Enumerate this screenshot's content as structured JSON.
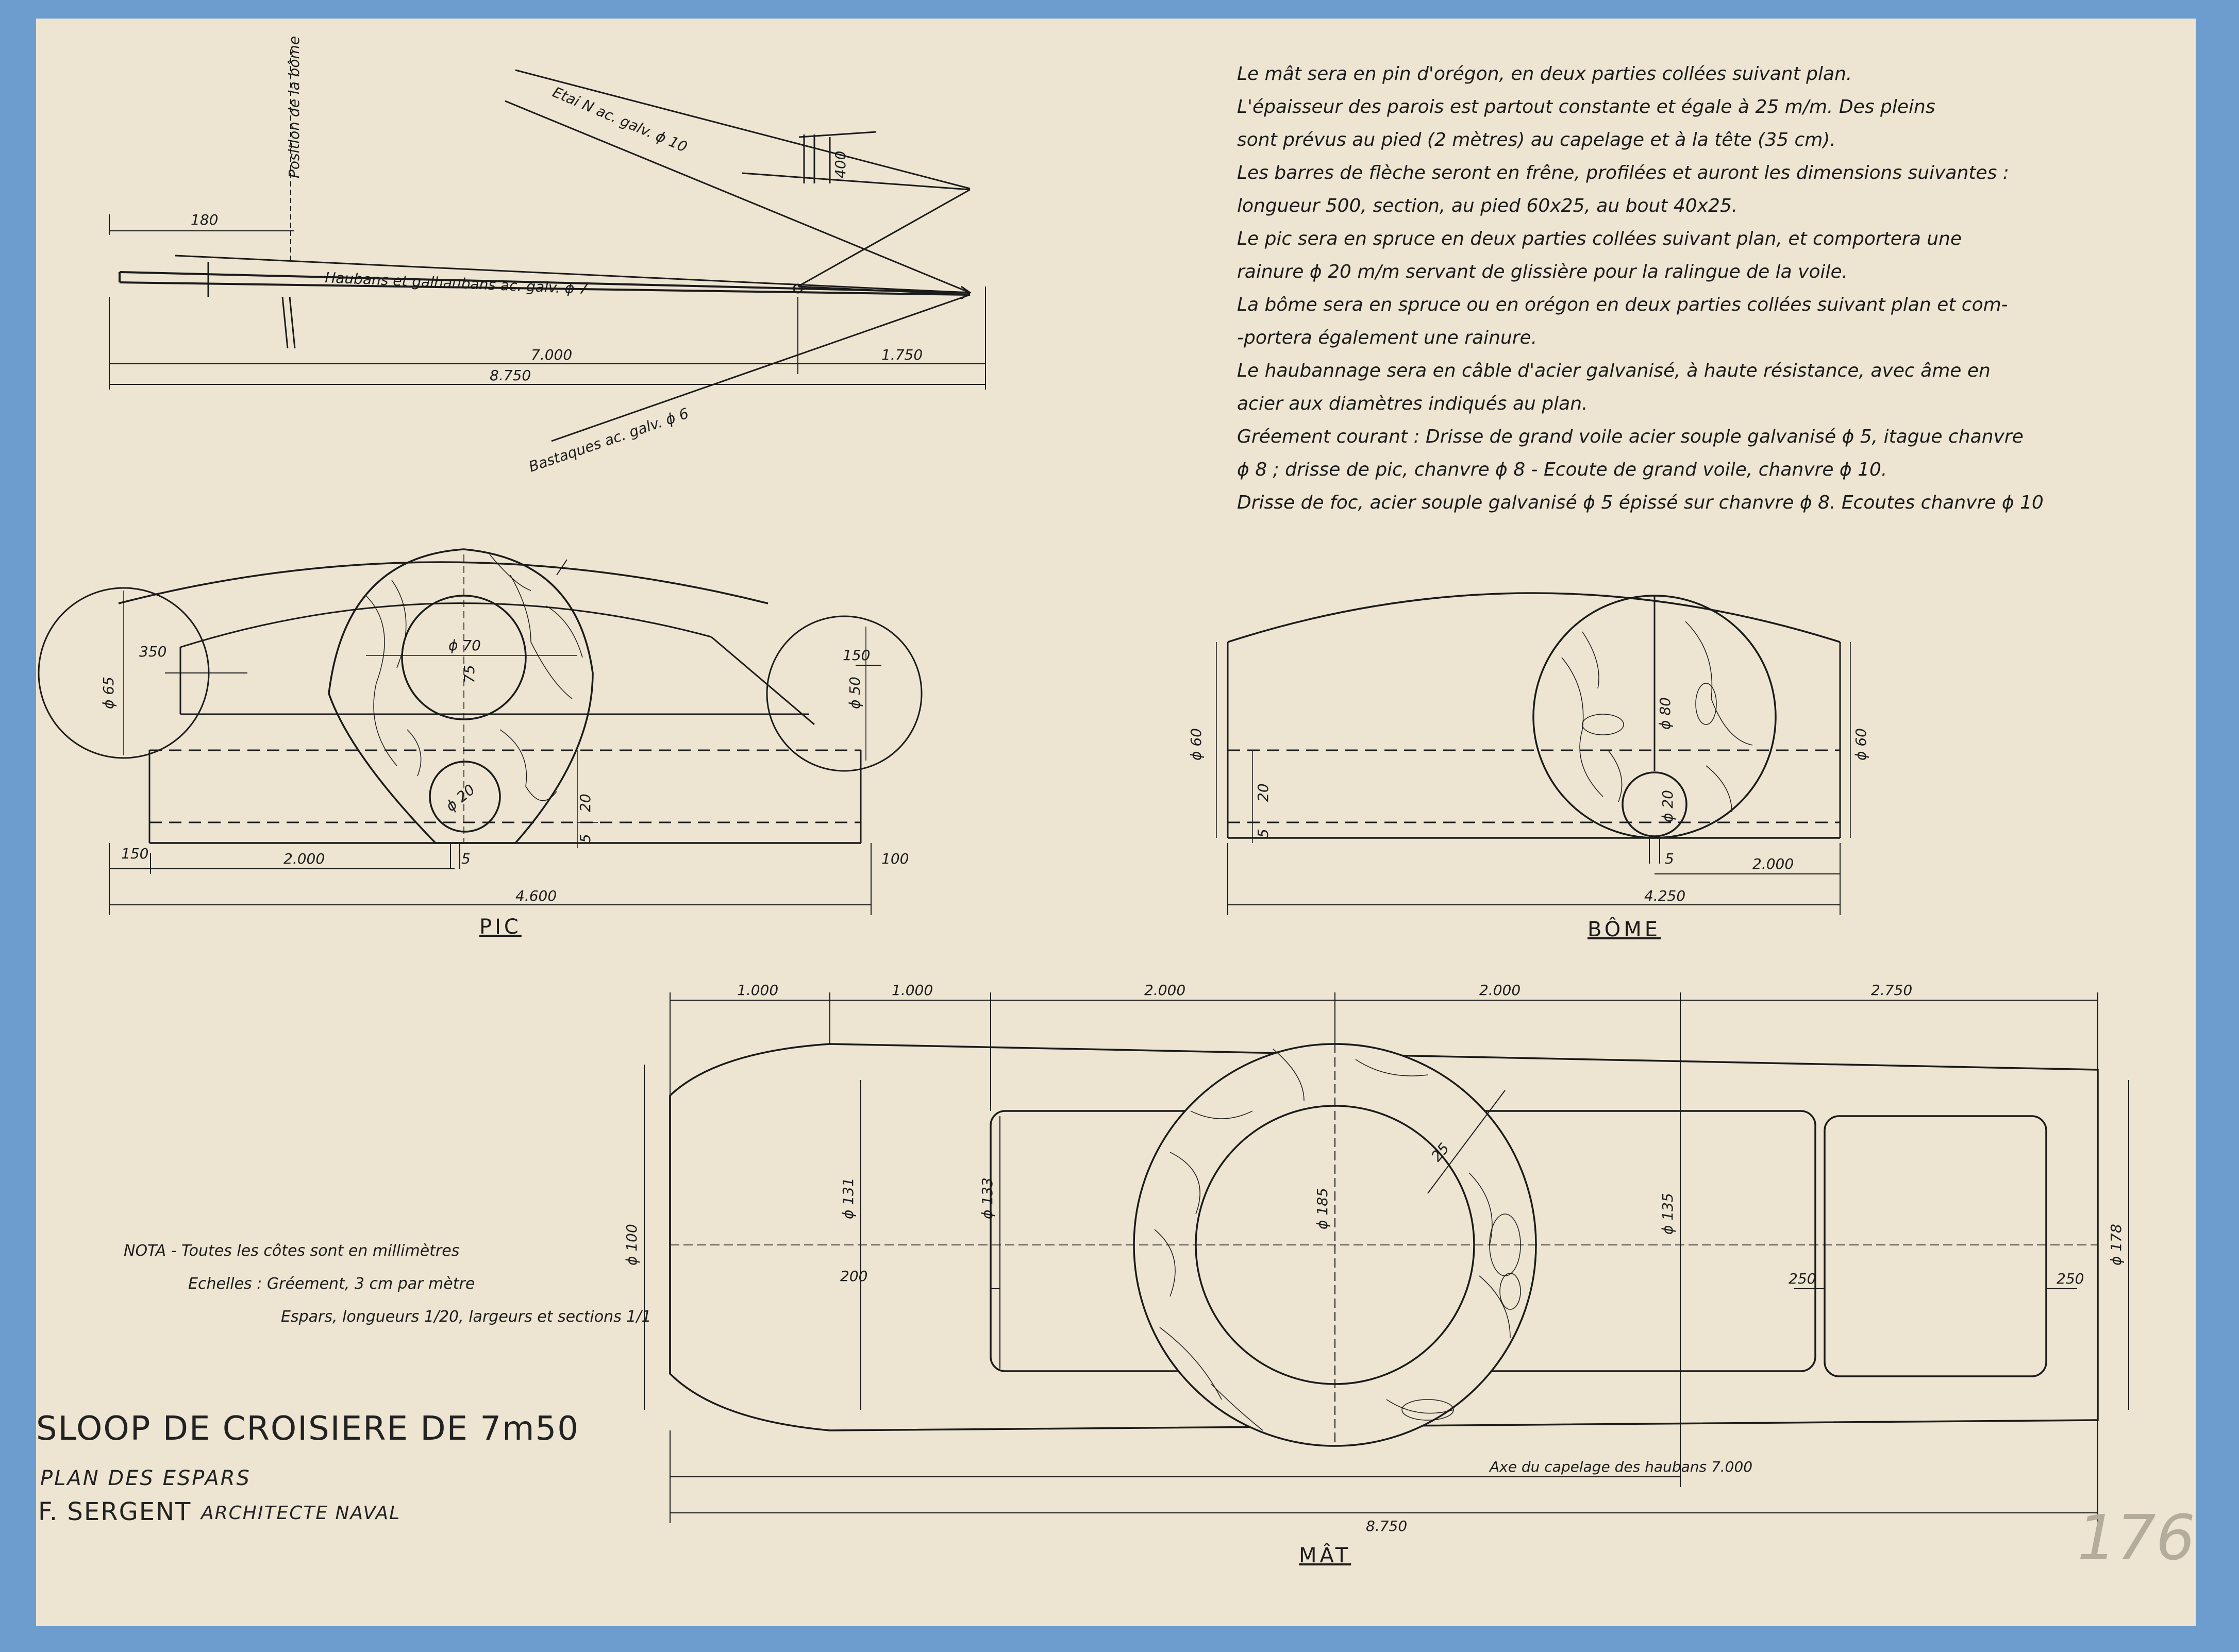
{
  "notes": [
    "Le mât sera en pin d'orégon, en deux parties collées suivant plan.",
    "L'épaisseur des parois est partout constante et égale à 25 m/m. Des pleins",
    "sont prévus au pied (2 mètres) au capelage et à la tête (35 cm).",
    "Les barres de flèche seront en frêne, profilées et auront les dimensions suivantes :",
    "longueur 500, section, au pied 60x25, au bout 40x25.",
    "Le pic sera en spruce en deux parties collées suivant plan, et comportera une",
    "rainure ϕ 20 m/m servant de glissière pour la ralingue de la voile.",
    "La bôme sera en spruce ou en orégon en deux parties collées suivant plan et com-",
    "-portera également une rainure.",
    "Le haubannage sera en câble d'acier galvanisé, à haute résistance, avec âme en",
    "acier aux diamètres indiqués au plan.",
    "Gréement courant : Drisse de grand voile acier souple galvanisé ϕ 5, itague chanvre",
    "ϕ 8 ; drisse de pic, chanvre ϕ 8 - Ecoute de grand voile, chanvre ϕ 10.",
    "Drisse de foc, acier souple galvanisé ϕ 5 épissé sur chanvre ϕ 8. Ecoutes chanvre ϕ 10"
  ],
  "nota": {
    "line1": "NOTA - Toutes les côtes sont en millimètres",
    "line2": "Echelles : Gréement, 3 cm par mètre",
    "line3": "Espars, longueurs 1/20, largeurs et sections 1/1"
  },
  "cartouche": {
    "title": "SLOOP DE CROISIERE DE 7m50",
    "subtitle": "PLAN DES ESPARS",
    "architect": "F. SERGENT",
    "role": "ARCHITECTE NAVAL"
  },
  "sheet_number": "176",
  "labels": {
    "pic": "PIC",
    "bome": "BÔME",
    "mat": "MÂT"
  },
  "rigging": {
    "etai": "Etai N ac. galv. ϕ 10",
    "haubans": "Haubans et galhaubans ac. galv. ϕ 7",
    "bastaques": "Bastaques ac. galv. ϕ 6",
    "position_bome": "Position de la bôme",
    "d180": "180",
    "d7000": "7.000",
    "d1750": "1.750",
    "d8750": "8.750",
    "d400": "400"
  },
  "pic": {
    "d350": "350",
    "d65": "ϕ 65",
    "d70": "ϕ 70",
    "d75": "75",
    "d150": "150",
    "d50": "ϕ 50",
    "d20": "ϕ 20",
    "d20b": "20",
    "d5": "5",
    "d5b": "5",
    "d150b": "150",
    "d2000": "2.000",
    "d100": "100",
    "d4600": "4.600"
  },
  "bome": {
    "d60l": "ϕ 60",
    "d80": "ϕ 80",
    "d20": "20",
    "d5": "5",
    "d20b": "ϕ 20",
    "d5b": "5",
    "d60r": "ϕ 60",
    "d4250": "4.250",
    "d2000": "2.000"
  },
  "mat": {
    "d1000a": "1.000",
    "d1000b": "1.000",
    "d2000a": "2.000",
    "d2000b": "2.000",
    "d2750": "2.750",
    "d100": "ϕ 100",
    "d131": "ϕ 131",
    "d133": "ϕ 133",
    "d185": "ϕ 185",
    "d135": "ϕ 135",
    "d178": "ϕ 178",
    "d25": "25",
    "d200": "200",
    "d250a": "250",
    "d250b": "250",
    "axe": "Axe du capelage des haubans 7.000",
    "d8750": "8.750"
  }
}
